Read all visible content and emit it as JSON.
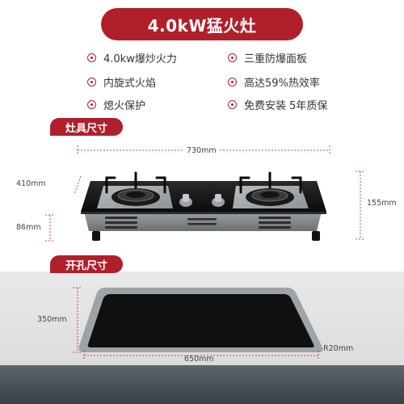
{
  "title": "4.0kW猛火灶",
  "features": [
    {
      "text": "4.0kw爆炒火力"
    },
    {
      "text": "三重防爆面板"
    },
    {
      "text": "内旋式火焰"
    },
    {
      "text": "高达59%热效率"
    },
    {
      "text": "熄火保护"
    },
    {
      "text": "免费安装 5年质保"
    }
  ],
  "section_cooker": "灶具尺寸",
  "section_hole": "开孔尺寸",
  "dimensions": {
    "width": "730mm",
    "depth": "410mm",
    "height_total": "155mm",
    "height_bottom": "86mm",
    "hole_width": "650mm",
    "hole_depth": "350mm",
    "radius": "R20mm"
  },
  "colors": {
    "accent": "#b0202a",
    "panel": "#111111",
    "steel": "#8a8f94"
  }
}
